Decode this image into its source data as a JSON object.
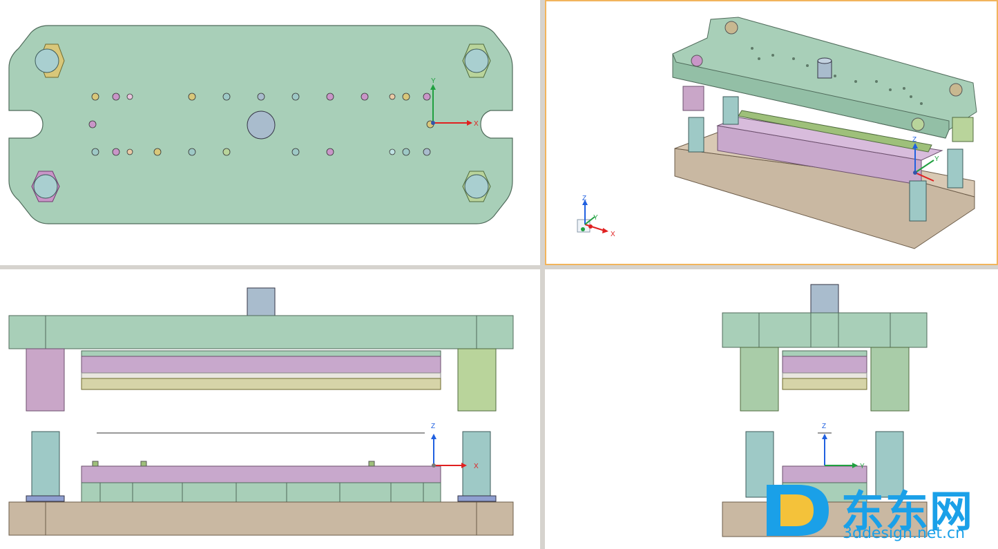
{
  "viewports": [
    {
      "name": "top-view"
    },
    {
      "name": "iso-view",
      "active": true
    },
    {
      "name": "front-view"
    },
    {
      "name": "side-view"
    }
  ],
  "axes": {
    "x": "X",
    "y": "Y",
    "z": "Z",
    "colors": {
      "x": "#e02020",
      "y": "#20a040",
      "z": "#2060e0"
    }
  },
  "watermark": {
    "cn_text": "东东网",
    "url": "3ddesign.net.cn",
    "color": "#1aa0e8"
  },
  "colors": {
    "plate": "#a8cfb8",
    "plate_edge": "#5e7a68",
    "punch_holder": "#c8a8cc",
    "stripper": "#d6d4a8",
    "base": "#c9b8a2",
    "post_green": "#a9cca8",
    "post_teal": "#9ec9c6",
    "bushing_pink": "#c9a6c8",
    "shank": "#a9bccd",
    "background": "#ffffff"
  }
}
